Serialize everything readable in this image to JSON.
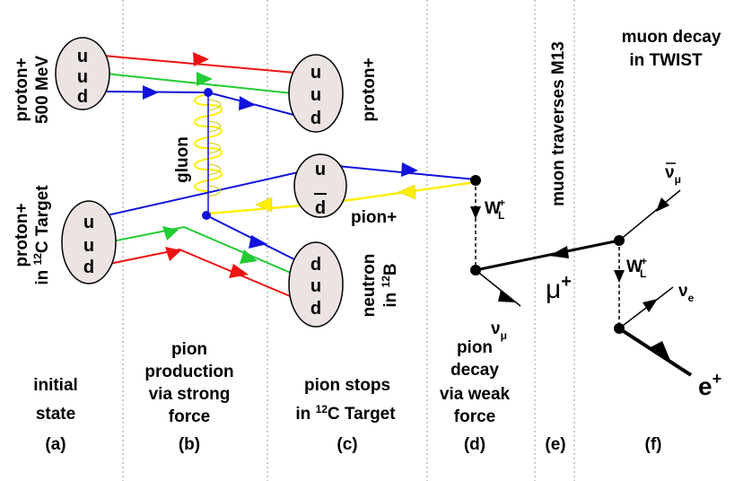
{
  "colors": {
    "red": "#ee1111",
    "green": "#22cc33",
    "blue": "#1111dd",
    "yellow": "#ffee00",
    "blob_fill": "#ece3e3",
    "divider": "#999999"
  },
  "quarks": {
    "beam": [
      "u",
      "u",
      "d"
    ],
    "target": [
      "u",
      "u",
      "d"
    ],
    "out_proton": [
      "u",
      "u",
      "d"
    ],
    "pion_top": "u",
    "pion_bottom": "d",
    "neutron": [
      "d",
      "u",
      "d"
    ]
  },
  "labels": {
    "beam_proton_line1": "proton+",
    "beam_proton_line2": "500 MeV",
    "target_proton_line1": "proton+",
    "target_proton_line2_pre": "in ",
    "target_proton_line2_sup": "12",
    "target_proton_line2_post": "C Target",
    "gluon": "gluon",
    "out_proton": "proton+",
    "pion": "pion+",
    "neutron_line1": "neutron",
    "neutron_line2_pre": "in ",
    "neutron_line2_sup": "12",
    "neutron_line2_post": "B",
    "muon_traverses": "muon traverses M13",
    "muon_decay_line1": "muon decay",
    "muon_decay_line2": "in TWIST",
    "w_boson": "W",
    "w_sup": "+",
    "w_sub": "L",
    "nu": "ν",
    "nu_mu_sub": "μ",
    "nu_e_sub": "e",
    "mu": "μ",
    "mu_sup": "+",
    "positron": "e",
    "positron_sup": "+"
  },
  "stages": [
    {
      "id": "a",
      "lines": [
        "initial",
        "state"
      ],
      "letter": "(a)"
    },
    {
      "id": "b",
      "lines": [
        "pion",
        "production",
        "via strong",
        "force"
      ],
      "letter": "(b)"
    },
    {
      "id": "c",
      "lines": [
        "pion stops",
        "in ",
        "12",
        "C Target"
      ],
      "letter": "(c)"
    },
    {
      "id": "d",
      "lines": [
        "pion",
        "decay",
        "via weak",
        "force"
      ],
      "letter": "(d)"
    },
    {
      "id": "e",
      "lines": [],
      "letter": "(e)"
    },
    {
      "id": "f",
      "lines": [],
      "letter": "(f)"
    }
  ]
}
